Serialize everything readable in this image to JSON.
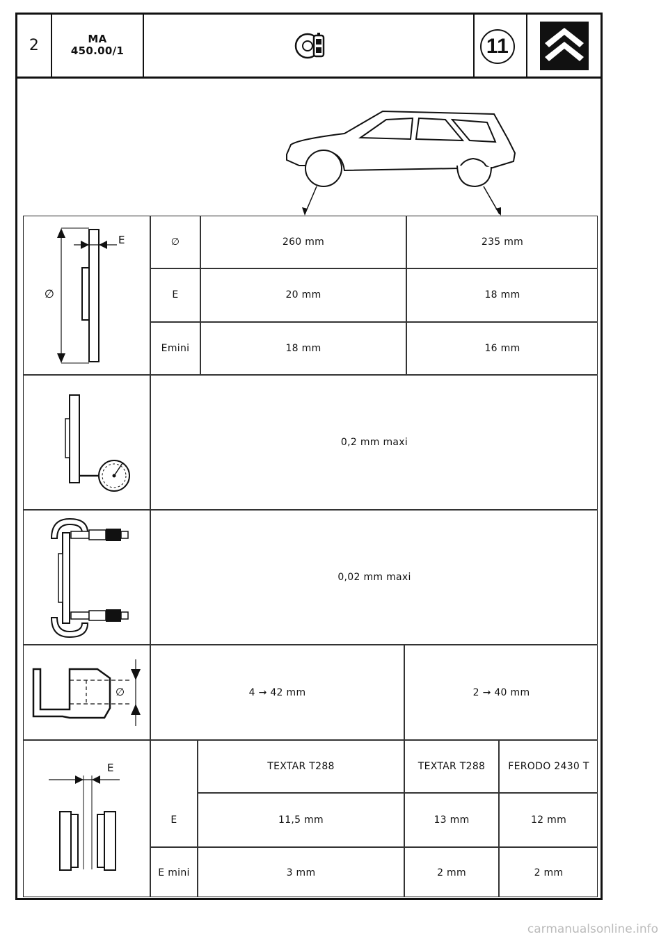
{
  "header": {
    "page_number": "2",
    "doc_code": "MA",
    "doc_ref": "450.00/1",
    "section_number": "11"
  },
  "rows": {
    "disc_dims": {
      "labels": [
        "∅",
        "E",
        "Emini"
      ],
      "front": [
        "260 mm",
        "20 mm",
        "18 mm"
      ],
      "rear": [
        "235 mm",
        "18 mm",
        "16 mm"
      ],
      "diagram_labels": {
        "thickness": "E",
        "diameter": "∅"
      }
    },
    "runout": {
      "value": "0,2 mm maxi"
    },
    "thickness_variation": {
      "value": "0,02 mm maxi"
    },
    "bore": {
      "front": "4 → 42 mm",
      "rear": "2 → 40 mm",
      "diagram_label": "∅"
    },
    "pads": {
      "diagram_label": "E",
      "labels": [
        "",
        "E",
        "E mini"
      ],
      "front": [
        "TEXTAR T288",
        "11,5 mm",
        "3 mm"
      ],
      "rear_a": [
        "TEXTAR T288",
        "13 mm",
        "2 mm"
      ],
      "rear_b": [
        "FERODO 2430 T",
        "12 mm",
        "2 mm"
      ]
    }
  },
  "footer": "carmanualsonline.info",
  "colors": {
    "ink": "#111111",
    "paper": "#ffffff"
  }
}
